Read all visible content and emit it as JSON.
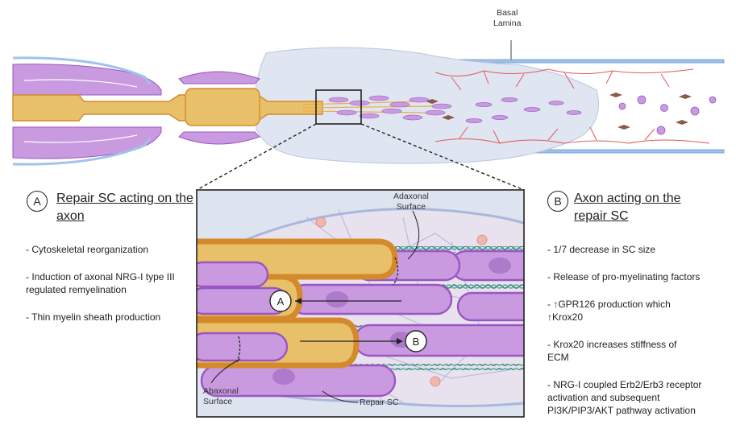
{
  "top_labels": {
    "basal_lamina": "Basal\nLamina"
  },
  "inset_labels": {
    "adaxonal": "Adaxonal\nSurface",
    "abaxonal": "Abaxonal\nSurface",
    "repair_sc": "Repair SC",
    "marker_a": "A",
    "marker_b": "B"
  },
  "panel_a": {
    "badge": "A",
    "title": "Repair SC acting on the axon",
    "items": [
      "- Cytoskeletal reorganization",
      "- Induction of axonal NRG-I type III regulated remyelination",
      "- Thin myelin sheath production"
    ]
  },
  "panel_b": {
    "badge": "B",
    "title": "Axon acting on the repair SC",
    "items": [
      "- 1/7 decrease in SC size",
      "- Release of pro-myelinating factors",
      "- ↑GPR126 production which ↑Krox20",
      "- Krox20 increases stiffness of ECM",
      "- NRG-I coupled Erb2/Erb3 receptor activation and subsequent PI3K/PIP3/AKT pathway activation"
    ]
  },
  "colors": {
    "axon": "#e8c06a",
    "axon_border": "#d48a2a",
    "schwann": "#c99ae0",
    "schwann_border": "#9a56c2",
    "lamina": "#7fa8d8",
    "capillary": "#e05a5a",
    "inset_bg": "#dde3ef"
  }
}
